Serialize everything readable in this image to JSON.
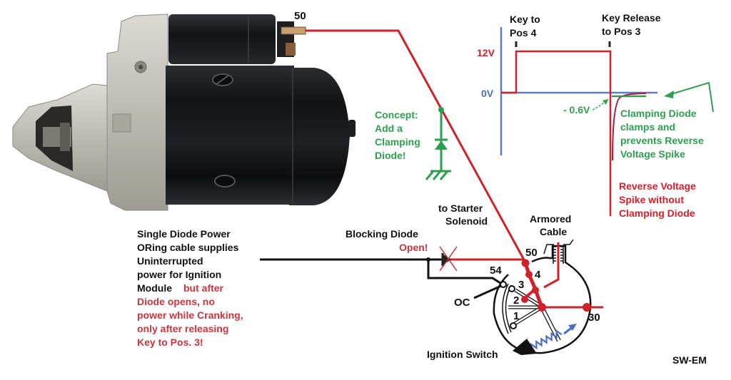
{
  "colors": {
    "red_wire": "#d0202a",
    "green": "#2e9e4f",
    "blue_axis": "#5b7cc9",
    "black": "#111111",
    "motor_body": "#16181b",
    "housing": "#c9c7c0"
  },
  "starter": {
    "terminal_label": "50"
  },
  "timing_chart": {
    "event_key_to_pos4": [
      "Key to",
      "Pos 4"
    ],
    "event_key_release": [
      "Key Release",
      "to Pos 3"
    ],
    "y_label_12v": "12V",
    "y_label_0v": "0V",
    "clamp_level_label": "- 0.6V",
    "clamp_note": [
      "Clamping Diode",
      "clamps and",
      "prevents Reverse",
      "Voltage Spike"
    ],
    "spike_note": [
      "Reverse Voltage",
      "Spike without",
      "Clamping Diode"
    ]
  },
  "concept": {
    "lines": [
      "Concept:",
      "Add a",
      "Clamping",
      "Diode!"
    ]
  },
  "power_oring_note": {
    "black_lines": [
      "Single Diode Power",
      "ORing cable supplies",
      "Uninterrupted",
      "power for Ignition",
      "Module"
    ],
    "red_inline": "but after",
    "red_lines": [
      "Diode opens, no",
      "power while Cranking,",
      "only after releasing",
      "Key to Pos. 3!"
    ]
  },
  "blocking_diode": {
    "label": "Blocking Diode",
    "state": "Open!"
  },
  "to_starter": [
    "to Starter",
    "Solenoid"
  ],
  "armored_cable": [
    "Armored",
    "Cable"
  ],
  "ignition_switch": {
    "title": "Ignition Switch",
    "pins": {
      "p50": "50",
      "p54": "54",
      "p4": "4",
      "p3": "3",
      "p2": "2",
      "p1": "1",
      "p30": "30",
      "oc": "OC"
    }
  },
  "credit": "SW-EM"
}
